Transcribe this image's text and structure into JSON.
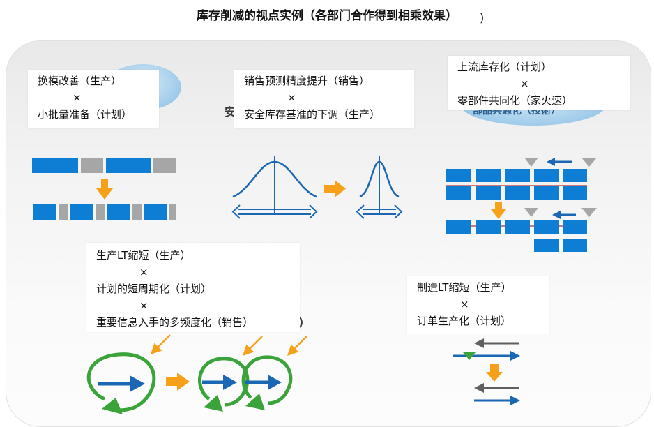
{
  "title": "库存削减的视点实例（各部门合作得到相乘效果）",
  "title_trailing": ")",
  "cross_symbol": "×",
  "cards": {
    "card1": {
      "line1": "换模改善（生产）",
      "line2": "小批量准备（计划）"
    },
    "card2": {
      "line1": "销售预测精度提升（销售）",
      "line2": "安全库存基准的下调（生产）"
    },
    "card3": {
      "line1": "上流库存化（计划）",
      "line2": "零部件共同化（家火速）"
    },
    "card4": {
      "line1": "生产LT缩短（生产）",
      "line2": "计划的短周期化（计划）",
      "line3": "重要信息入手的多频度化（销售）"
    },
    "card5": {
      "line1": "制造LT缩短（生产）",
      "line2": "订单生产化（计划）"
    }
  },
  "partial_labels": {
    "behind_card2": "安",
    "behind_card3": "部品共通化（技術）",
    "behind_card4": ")"
  },
  "colors": {
    "blue": "#0e7ed4",
    "gray": "#a6a6a6",
    "orange": "#f7a11a",
    "green": "#3aa33a",
    "navy": "#1b67b3",
    "dark_gray": "#5f5f5f"
  }
}
